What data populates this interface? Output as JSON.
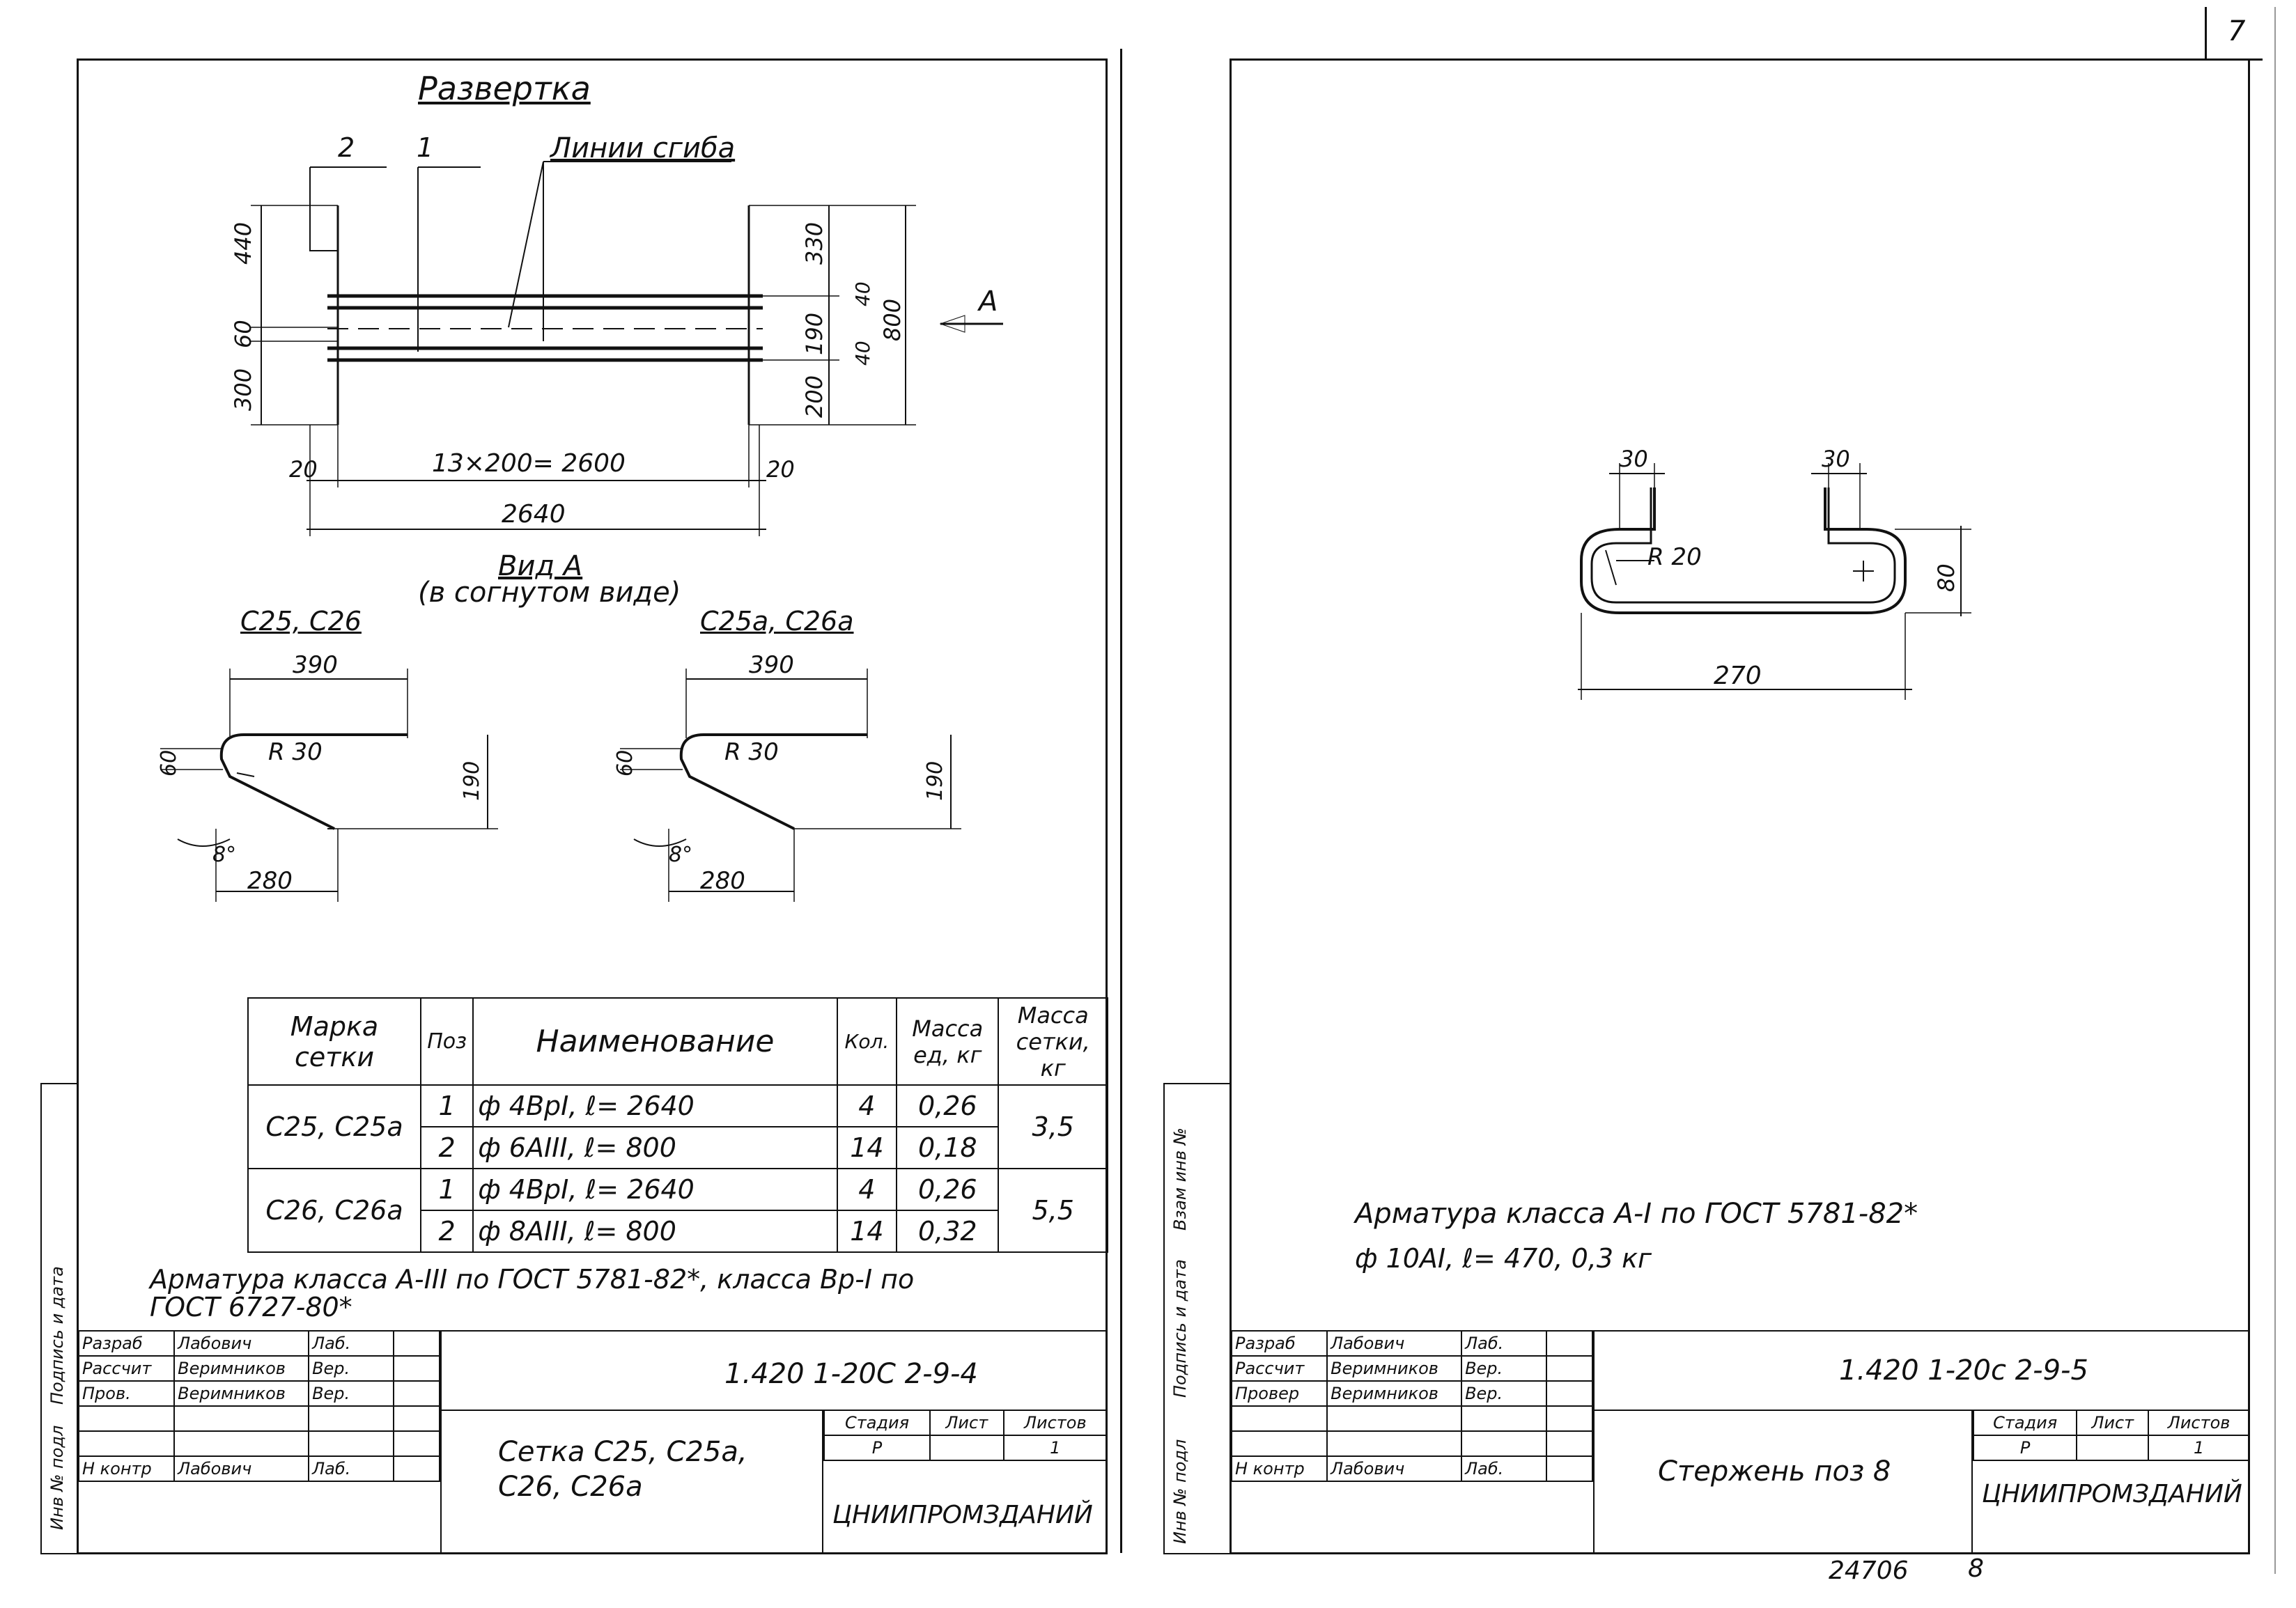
{
  "page_number": "7",
  "left_sheet": {
    "title": "Развертка",
    "bend_lines_label": "Линии сгиба",
    "pos_labels": [
      "2",
      "1"
    ],
    "view_arrow": "A",
    "dims_left": [
      "440",
      "60",
      "300"
    ],
    "dims_right": [
      "330",
      "40",
      "190",
      "40",
      "800",
      "200"
    ],
    "dim_spacing": "13×200= 2600",
    "dim_edge_left": "20",
    "dim_edge_right": "20",
    "dim_total": "2640",
    "view_title": "Вид А",
    "view_subtitle": "(в согнутом виде)",
    "view_left_title": "С25, С26",
    "view_right_title": "С25а, С26а",
    "view_left": {
      "top": "390",
      "radius": "R 30",
      "left_dim": "60",
      "height": "190",
      "angle": "8°",
      "bottom": "280"
    },
    "view_right": {
      "top": "390",
      "radius": "R 30",
      "left_dim": "60",
      "height": "190",
      "angle": "8°",
      "bottom": "280"
    },
    "spec_table": {
      "headers": [
        "Марка сетки",
        "Поз",
        "Наименование",
        "Кол.",
        "Масса ед, кг",
        "Масса сетки, кг"
      ],
      "groups": [
        {
          "mark": "С25, С25а",
          "total": "3,5",
          "rows": [
            {
              "pos": "1",
              "name": "ф 4ВрI, ℓ= 2640",
              "qty": "4",
              "mass": "0,26"
            },
            {
              "pos": "2",
              "name": "ф 6АIII, ℓ= 800",
              "qty": "14",
              "mass": "0,18"
            }
          ]
        },
        {
          "mark": "С26, С26а",
          "total": "5,5",
          "rows": [
            {
              "pos": "1",
              "name": "ф 4ВрI, ℓ= 2640",
              "qty": "4",
              "mass": "0,26"
            },
            {
              "pos": "2",
              "name": "ф 8АIII, ℓ= 800",
              "qty": "14",
              "mass": "0,32"
            }
          ]
        }
      ]
    },
    "note_line1": "Арматура класса А-III по ГОСТ 5781-82*, класса Вр-I по",
    "note_line2": "ГОСТ 6727-80*",
    "title_block": {
      "roles": [
        "Разраб",
        "Рассчит",
        "Пров.",
        "",
        "",
        "Н контр"
      ],
      "names": [
        "Лабович",
        "Веримников",
        "Веримников",
        "",
        "",
        "Лабович"
      ],
      "signatures": [
        "Лаб.",
        "Вер.",
        "Вер.",
        "",
        "",
        "Лаб."
      ],
      "code": "1.420 1-20С 2-9-4",
      "name": "Сетка С25, С25а, С26, С26а",
      "stage_h": "Стадия",
      "sheet_h": "Лист",
      "sheets_h": "Листов",
      "stage": "Р",
      "sheet": "",
      "sheets": "1",
      "org": "ЦНИИПРОМЗДАНИЙ"
    },
    "side_stamp": [
      "Инв № подл",
      "Подпись и дата"
    ]
  },
  "right_sheet": {
    "dim_left_tab": "30",
    "dim_right_tab": "30",
    "radius": "R 20",
    "height": "80",
    "width": "270",
    "note_line1": "Арматура класса А-I по ГОСТ 5781-82*",
    "note_line2": "ф 10АI, ℓ= 470, 0,3 кг",
    "title_block": {
      "roles": [
        "Разраб",
        "Рассчит",
        "Провер",
        "",
        "",
        "Н контр"
      ],
      "names": [
        "Лабович",
        "Веримников",
        "Веримников",
        "",
        "",
        "Лабович"
      ],
      "signatures": [
        "Лаб.",
        "Вер.",
        "Вер.",
        "",
        "",
        "Лаб."
      ],
      "code": "1.420 1-20с 2-9-5",
      "name": "Стержень поз 8",
      "stage_h": "Стадия",
      "sheet_h": "Лист",
      "sheets_h": "Листов",
      "stage": "Р",
      "sheet": "",
      "sheets": "1",
      "org": "ЦНИИПРОМЗДАНИЙ"
    },
    "side_stamp": [
      "Инв № подл",
      "Подпись и дата",
      "Взам инв №"
    ]
  },
  "footer_number": "24706",
  "footer_mark": "8"
}
